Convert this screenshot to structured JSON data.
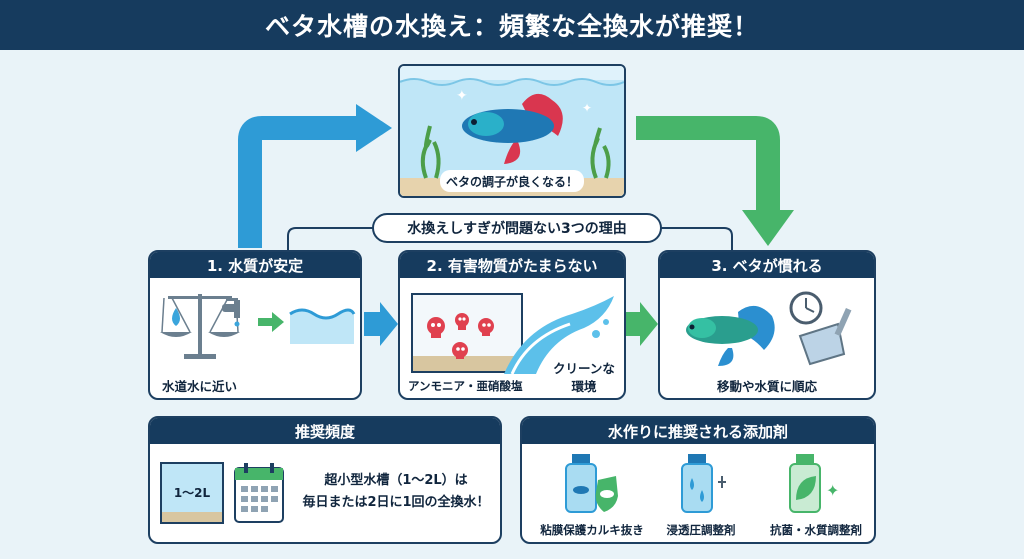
{
  "header": {
    "title": "ベタ水槽の水換え：頻繁な全換水が推奨！"
  },
  "top_tank": {
    "caption": "ベタの調子が良くなる！"
  },
  "reasons_label": "水換えしすぎが問題ない3つの理由",
  "reasons": [
    {
      "title": "1. 水質が安定",
      "caption": "水道水に近い"
    },
    {
      "title": "2. 有害物質がたまらない",
      "caption_left": "アンモニア・亜硝酸塩",
      "caption_right_1": "クリーンな",
      "caption_right_2": "環境"
    },
    {
      "title": "3. ベタが慣れる",
      "caption": "移動や水質に順応"
    }
  ],
  "frequency": {
    "title": "推奨頻度",
    "tank_label": "1～2L",
    "text_line1": "超小型水槽（1～2L）は",
    "text_line2": "毎日または2日に1回の全換水！"
  },
  "additives": {
    "title": "水作りに推奨される添加剤",
    "items": [
      {
        "label": "粘膜保護カルキ抜き",
        "icon": "shield-bottle-icon"
      },
      {
        "label": "浸透圧調整剤",
        "icon": "osmotic-bottle-icon"
      },
      {
        "label": "抗菌・水質調整剤",
        "icon": "leaf-bottle-icon"
      }
    ]
  },
  "colors": {
    "navy": "#163b5e",
    "blue_arrow": "#2e9bd6",
    "green_arrow": "#47b56a",
    "background": "#e9f3f8"
  }
}
